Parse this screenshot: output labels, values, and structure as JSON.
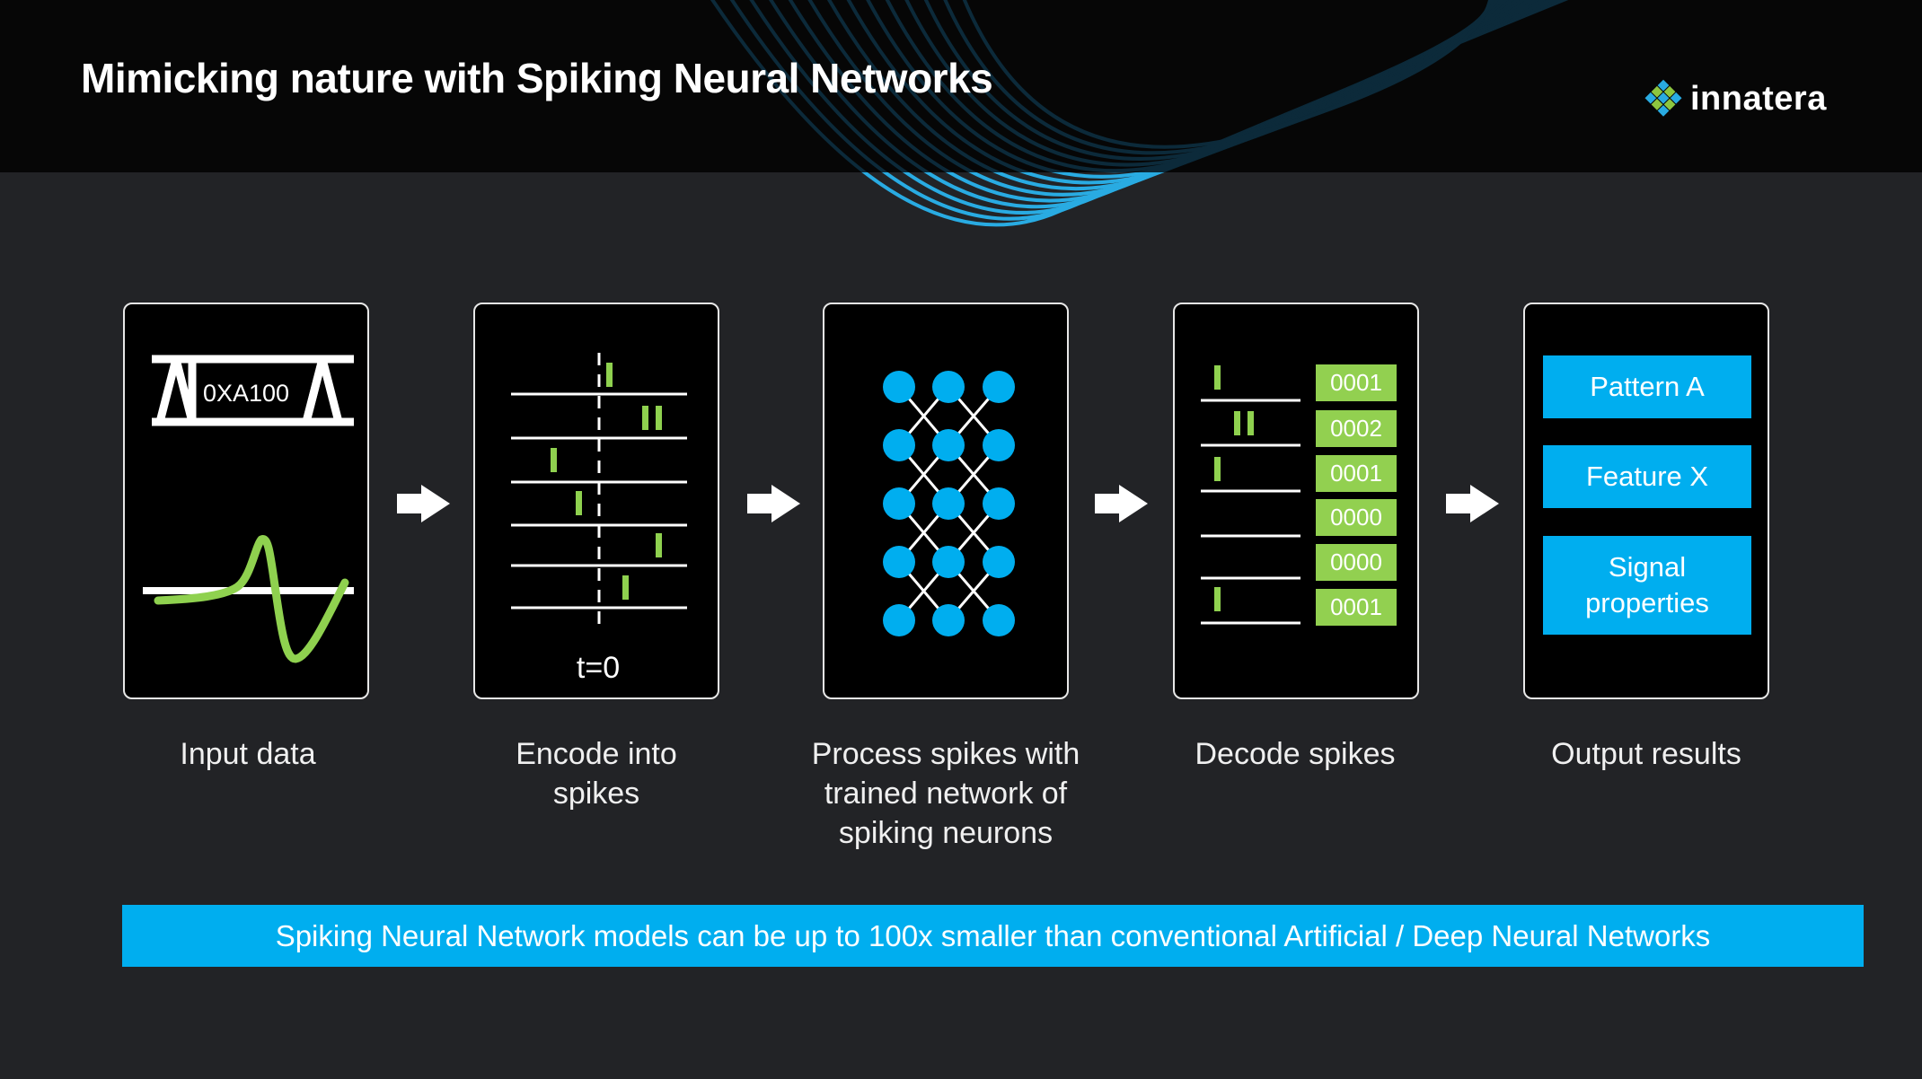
{
  "header": {
    "title": "Mimicking nature with Spiking Neural Networks",
    "logo_text": "innatera"
  },
  "colors": {
    "background": "#222326",
    "header_background": "#060606",
    "accent_blue": "#00aeef",
    "accent_green": "#92d050",
    "card_border": "#e8e8e8"
  },
  "steps": [
    {
      "caption": "Input data",
      "hex_value": "0XA100"
    },
    {
      "caption": "Encode into spikes",
      "time_label": "t=0"
    },
    {
      "caption": "Process spikes with trained network of spiking neurons",
      "network": {
        "rows": 5,
        "cols": 3
      }
    },
    {
      "caption": "Decode spikes",
      "counts": [
        "0001",
        "0002",
        "0001",
        "0000",
        "0000",
        "0001"
      ]
    },
    {
      "caption": "Output results",
      "outputs": [
        "Pattern A",
        "Feature X",
        "Signal properties"
      ]
    }
  ],
  "banner": {
    "text": "Spiking Neural Network models can be up to 100x smaller than conventional Artificial / Deep Neural Networks"
  }
}
